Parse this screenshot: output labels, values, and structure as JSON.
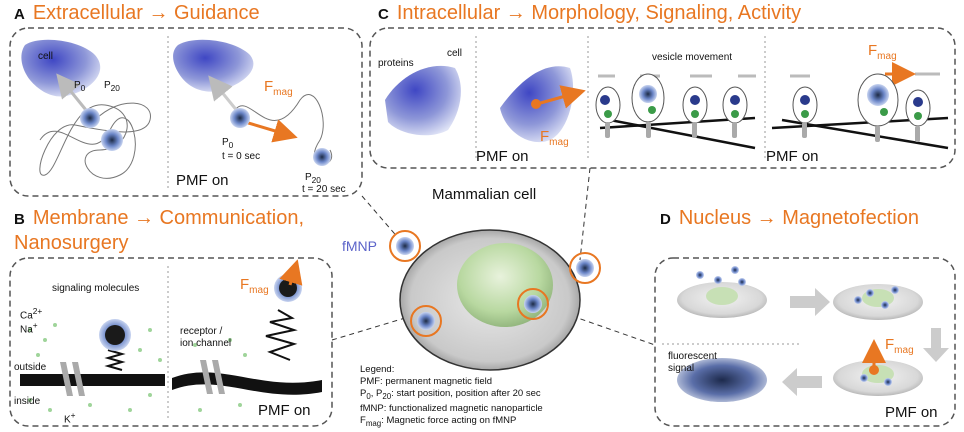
{
  "panels": {
    "a": {
      "letter": "A",
      "title": "Extracellular → Guidance",
      "cell_label": "cell",
      "p0": "P",
      "p0_sub": "0",
      "p20": "P",
      "p20_sub": "20",
      "right_p0": "P",
      "right_p0_sub": "0",
      "t0": "t = 0 sec",
      "right_p20": "P",
      "right_p20_sub": "20",
      "t20": "t = 20 sec",
      "fmag": "F",
      "fmag_sub": "mag",
      "pmf_on": "PMF on"
    },
    "b": {
      "letter": "B",
      "title_line1": "Membrane → Communication,",
      "title_line2": "Nanosurgery",
      "signaling_molecules": "signaling molecules",
      "ca": "Ca",
      "ca_sup": "2+",
      "na": "Na",
      "na_sup": "+",
      "outside": "outside",
      "inside": "inside",
      "k": "K",
      "k_sup": "+",
      "receptor": "receptor /",
      "ion_channel": "ion channel",
      "fmag": "F",
      "fmag_sub": "mag",
      "pmf_on": "PMF on"
    },
    "c": {
      "letter": "C",
      "title": "Intracellular → Morphology, Signaling, Activity",
      "proteins": "proteins",
      "cell_label": "cell",
      "vesicle_movement": "vesicle movement",
      "fmag_left": "F",
      "fmag_left_sub": "mag",
      "fmag_right": "F",
      "fmag_right_sub": "mag",
      "pmf_on_left": "PMF on",
      "pmf_on_right": "PMF on"
    },
    "d": {
      "letter": "D",
      "title": "Nucleus → Magnetofection",
      "fluorescent": "fluorescent",
      "signal": "signal",
      "fmag": "F",
      "fmag_sub": "mag",
      "pmf_on": "PMF on"
    }
  },
  "center": {
    "label": "Mammalian cell",
    "fmnp": "fMNP"
  },
  "legend": {
    "heading": "Legend:",
    "line1": "PMF: permanent magnetic field",
    "line2_a": "P",
    "line2_b": "0",
    "line2_c": ", P",
    "line2_d": "20",
    "line2_e": ": start position, position after 20 sec",
    "line3": "fMNP: functionalized magnetic nanoparticle",
    "line4_a": "F",
    "line4_b": "mag",
    "line4_c": ": Magnetic force acting on fMNP"
  },
  "colors": {
    "accent": "#e87722",
    "cell_blue": "#5b63c9",
    "nucleus_green": "#b8d8a0",
    "nanoparticle": "#3a5fa0"
  }
}
